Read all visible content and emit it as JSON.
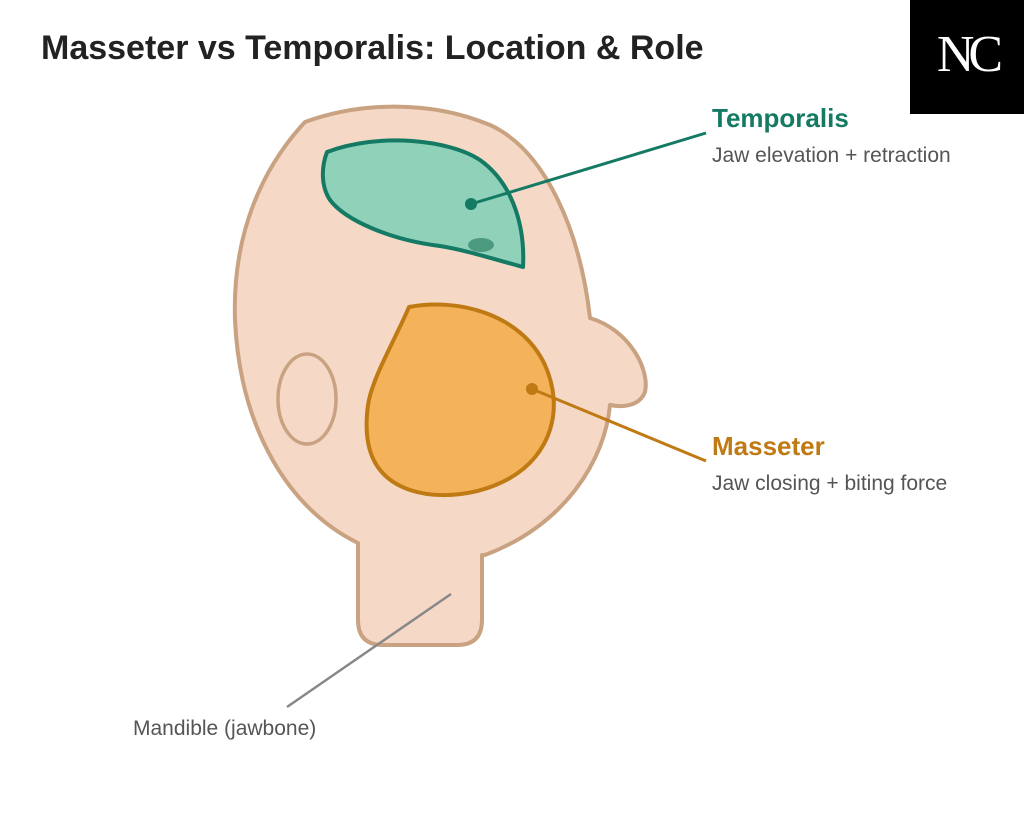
{
  "title": "Masseter vs Temporalis: Location & Role",
  "logo": {
    "text": "NC",
    "background": "#000000",
    "color": "#ffffff"
  },
  "labels": {
    "temporalis": {
      "name": "Temporalis",
      "description": "Jaw elevation + retraction",
      "color": "#157a63",
      "fill": "#8fd1b9"
    },
    "masseter": {
      "name": "Masseter",
      "description": "Jaw closing + biting force",
      "color": "#c07a14",
      "fill": "#f4b35a"
    },
    "mandible": {
      "name": "Mandible (jawbone)",
      "color": "#888888"
    }
  },
  "colors": {
    "skin_fill": "#f5d9c6",
    "skin_stroke": "#c9a282",
    "text_dark": "#222222",
    "text_muted": "#555555"
  }
}
